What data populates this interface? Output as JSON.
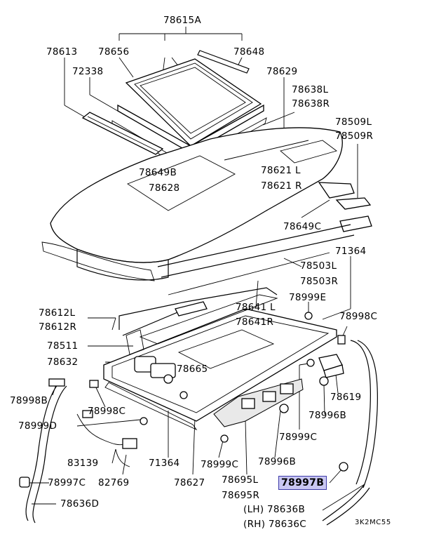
{
  "diagram_id": "3K2MC55",
  "highlight_color": "#c9c7f2",
  "labels": {
    "p78615A": "78615A",
    "p78613": "78613",
    "p78656": "78656",
    "p78648": "78648",
    "p72338": "72338",
    "p78629": "78629",
    "p78638L": "78638L",
    "p78638R": "78638R",
    "p78509L": "78509L",
    "p78509R": "78509R",
    "p78649B": "78649B",
    "p78621L": "78621 L",
    "p78628": "78628",
    "p78621R": "78621 R",
    "p78649C": "78649C",
    "p71364a": "71364",
    "p78503L": "78503L",
    "p78503R": "78503R",
    "p78999E": "78999E",
    "p78612L": "78612L",
    "p78641L": "78641 L",
    "p78612R": "78612R",
    "p78641R": "78641R",
    "p78998C_a": "78998C",
    "p78511": "78511",
    "p78632": "78632",
    "p78665": "78665",
    "p78998B": "78998B",
    "p78998C_b": "78998C",
    "p78619": "78619",
    "p78996B": "78996B",
    "p78999D": "78999D",
    "p78999C_a": "78999C",
    "p83139": "83139",
    "p71364b": "71364",
    "p78999C_b": "78999C",
    "p78996B_b": "78996B",
    "p78997C": "78997C",
    "p82769": "82769",
    "p78627": "78627",
    "p78695L": "78695L",
    "p78695R": "78695R",
    "p78997B": "78997B",
    "p78636D": "78636D",
    "p78636B": "(LH) 78636B",
    "p78636C": "(RH) 78636C"
  }
}
